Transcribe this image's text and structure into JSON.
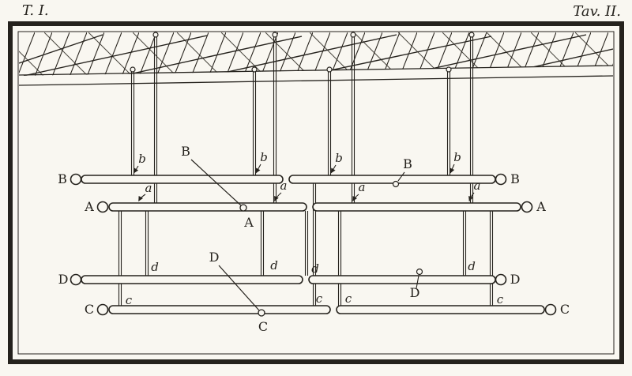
{
  "plate": {
    "title_left": "T. I.",
    "title_right": "Tav. II."
  },
  "colors": {
    "ink": "#25221d",
    "paper": "#f9f7f1"
  },
  "bar_labels": {
    "B_left": "B",
    "B_right": "B",
    "A_left": "A",
    "A_right": "A",
    "D_left": "D",
    "D_right": "D",
    "C_left": "C",
    "C_right": "C"
  },
  "attachment_labels": {
    "b": [
      "b",
      "b",
      "b",
      "b"
    ],
    "a": [
      "a",
      "a",
      "a",
      "a"
    ],
    "d": [
      "d",
      "d",
      "d",
      "d"
    ],
    "c": [
      "c",
      "c",
      "c",
      "c"
    ]
  },
  "callouts": {
    "B_left": "B",
    "A_left": "A",
    "D_left": "D",
    "C_left": "C",
    "B_right": "B",
    "D_right": "D"
  }
}
